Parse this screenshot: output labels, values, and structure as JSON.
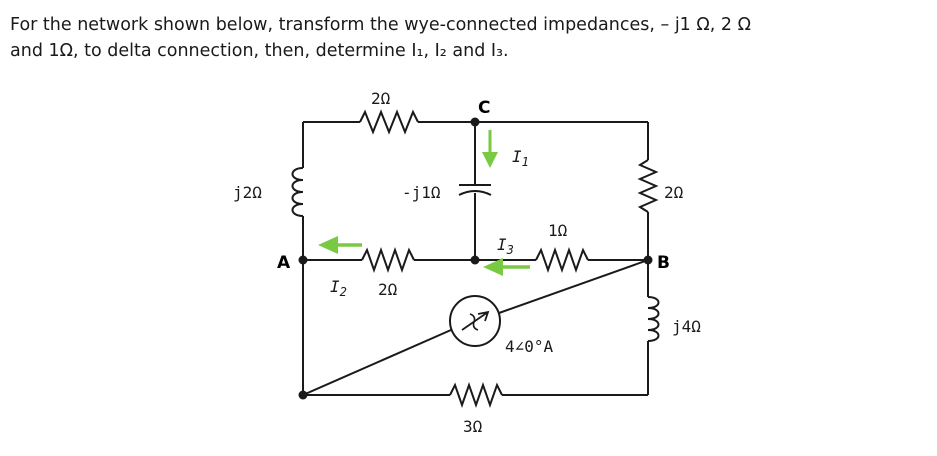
{
  "problem": {
    "line1": "For the network shown below, transform the wye-connected impedances, – j1 Ω, 2 Ω",
    "line2": "and 1Ω, to delta connection, then, determine I₁, I₂ and I₃."
  },
  "circuit": {
    "nodes": {
      "a": "A",
      "b": "B",
      "c": "C"
    },
    "labels": {
      "r_top": "2Ω",
      "l_left": "j2Ω",
      "cap": "-j1Ω",
      "r_right": "2Ω",
      "r_cb": "1Ω",
      "r_a": "2Ω",
      "l_right": "j4Ω",
      "r_bottom": "3Ω",
      "source": "4∠0°A"
    },
    "currents": {
      "i1": "I",
      "i1_sub": "1",
      "i2": "I",
      "i2_sub": "2",
      "i3": "I",
      "i3_sub": "3"
    },
    "colors": {
      "wire": "#1a1a1a",
      "arrow": "#7ac943"
    }
  }
}
